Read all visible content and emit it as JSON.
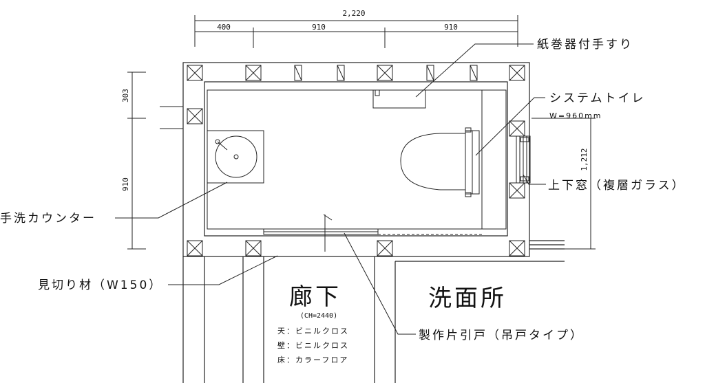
{
  "dimensions": {
    "total": "2,220",
    "seg1": "400",
    "seg2": "910",
    "seg3": "910",
    "left_upper": "303",
    "left_lower": "910",
    "right": "1,212"
  },
  "labels": {
    "paper_holder": "紙巻器付手すり",
    "toilet": "システムトイレ",
    "toilet_width": "W=960mm",
    "window": "上下窓（複層ガラス）",
    "sink": "手洗カウンター",
    "threshold": "見切り材（W150）",
    "door": "製作片引戸（吊戸タイプ）"
  },
  "rooms": {
    "corridor": {
      "name": "廊下",
      "ceiling_height": "(CH=2440)",
      "finishes": [
        "天：ビニルクロス",
        "壁：ビニルクロス",
        "床：カラーフロア"
      ]
    },
    "washroom": {
      "name": "洗面所"
    }
  }
}
